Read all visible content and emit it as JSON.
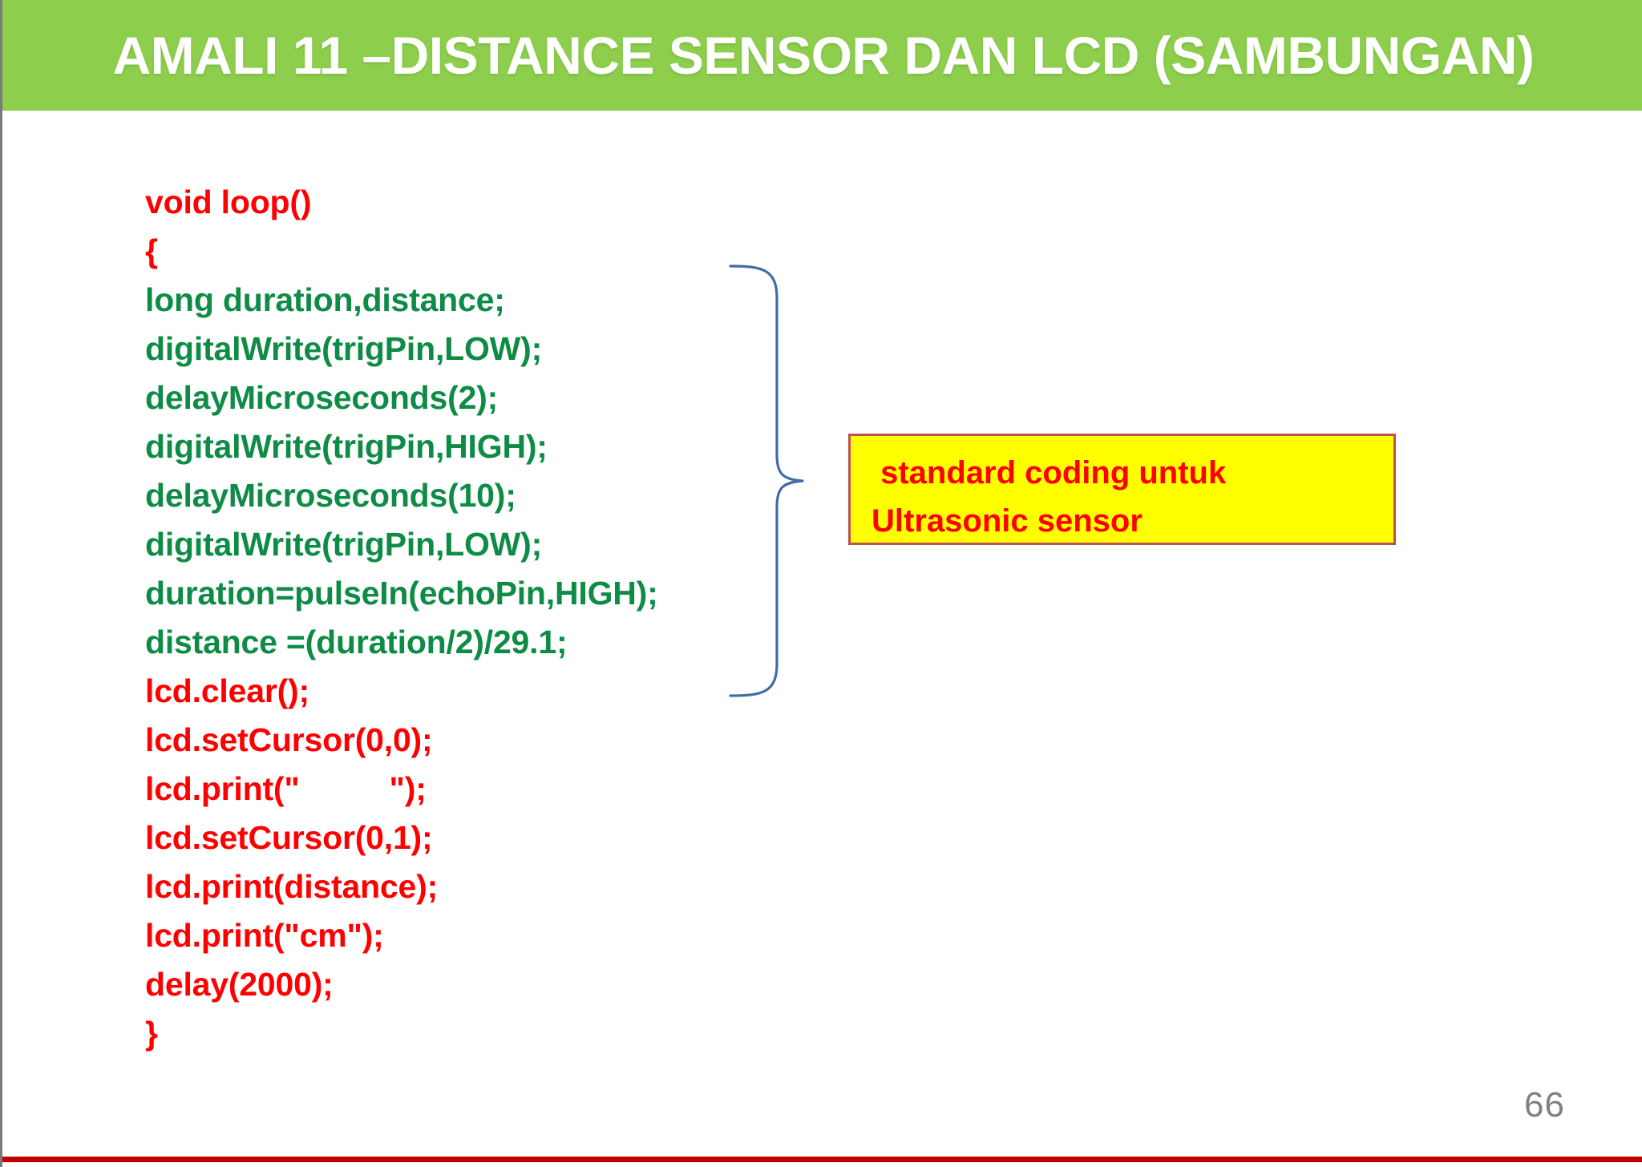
{
  "slide": {
    "title": "AMALI 11 –DISTANCE SENSOR DAN LCD (SAMBUNGAN)",
    "page_number": "66",
    "colors": {
      "header_background": "#8DCE4C",
      "header_text": "#FFFFFF",
      "code_red": "#FF0000",
      "code_green": "#0E8C46",
      "callout_background": "#FFFF00",
      "callout_border": "#C0504D",
      "callout_text": "#FF0000",
      "brace_stroke": "#3E6DA8",
      "page_number_text": "#808080",
      "bottom_rule": "#C00000"
    }
  },
  "code": {
    "lines": [
      {
        "text": "void loop()",
        "color": "red"
      },
      {
        "text": "{",
        "color": "red"
      },
      {
        "text": "long duration,distance;",
        "color": "green"
      },
      {
        "text": "digitalWrite(trigPin,LOW);",
        "color": "green"
      },
      {
        "text": "delayMicroseconds(2);",
        "color": "green"
      },
      {
        "text": "digitalWrite(trigPin,HIGH);",
        "color": "green"
      },
      {
        "text": "delayMicroseconds(10);",
        "color": "green"
      },
      {
        "text": "digitalWrite(trigPin,LOW);",
        "color": "green"
      },
      {
        "text": "duration=pulseIn(echoPin,HIGH);",
        "color": "green"
      },
      {
        "text": "distance =(duration/2)/29.1;",
        "color": "green"
      },
      {
        "text": "lcd.clear();",
        "color": "red"
      },
      {
        "text": "lcd.setCursor(0,0);",
        "color": "red"
      },
      {
        "text": "lcd.print(\"          \");",
        "color": "red"
      },
      {
        "text": "lcd.setCursor(0,1);",
        "color": "red"
      },
      {
        "text": "lcd.print(distance);",
        "color": "red"
      },
      {
        "text": "lcd.print(\"cm\");",
        "color": "red"
      },
      {
        "text": "delay(2000);",
        "color": "red"
      },
      {
        "text": "}",
        "color": "red"
      }
    ]
  },
  "callout": {
    "lines": [
      " standard coding untuk",
      "Ultrasonic sensor"
    ]
  }
}
